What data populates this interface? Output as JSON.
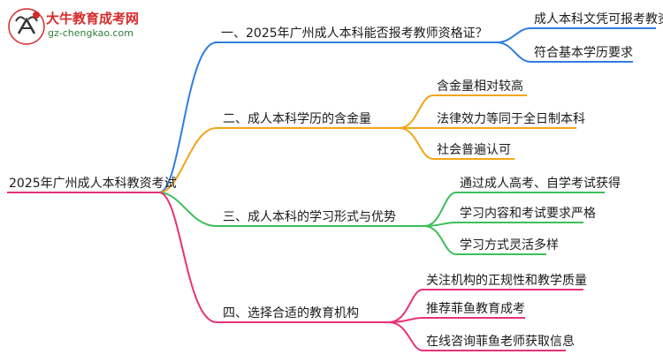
{
  "logo": {
    "title": "大牛教育成考网",
    "url": "gz-chengkao.com"
  },
  "root": "2025年广州成人本科教资考试",
  "branches": [
    {
      "label": "一、2025年广州成人本科能否报考教师资格证？",
      "color": "#2f7de1",
      "children": [
        "成人本科文凭可报考教资",
        "符合基本学历要求"
      ]
    },
    {
      "label": "二、成人本科学历的含金量",
      "color": "#f2a516",
      "children": [
        "含金量相对较高",
        "法律效力等同于全日制本科",
        "社会普遍认可"
      ]
    },
    {
      "label": "三、成人本科的学习形式与优势",
      "color": "#3cbf5a",
      "children": [
        "通过成人高考、自学考试获得",
        "学习内容和考试要求严格",
        "学习方式灵活多样"
      ]
    },
    {
      "label": "四、选择合适的教育机构",
      "color": "#e8317a",
      "children": [
        "关注机构的正规性和教学质量",
        "推荐菲鱼教育成考",
        "在线咨询菲鱼老师获取信息"
      ]
    }
  ]
}
